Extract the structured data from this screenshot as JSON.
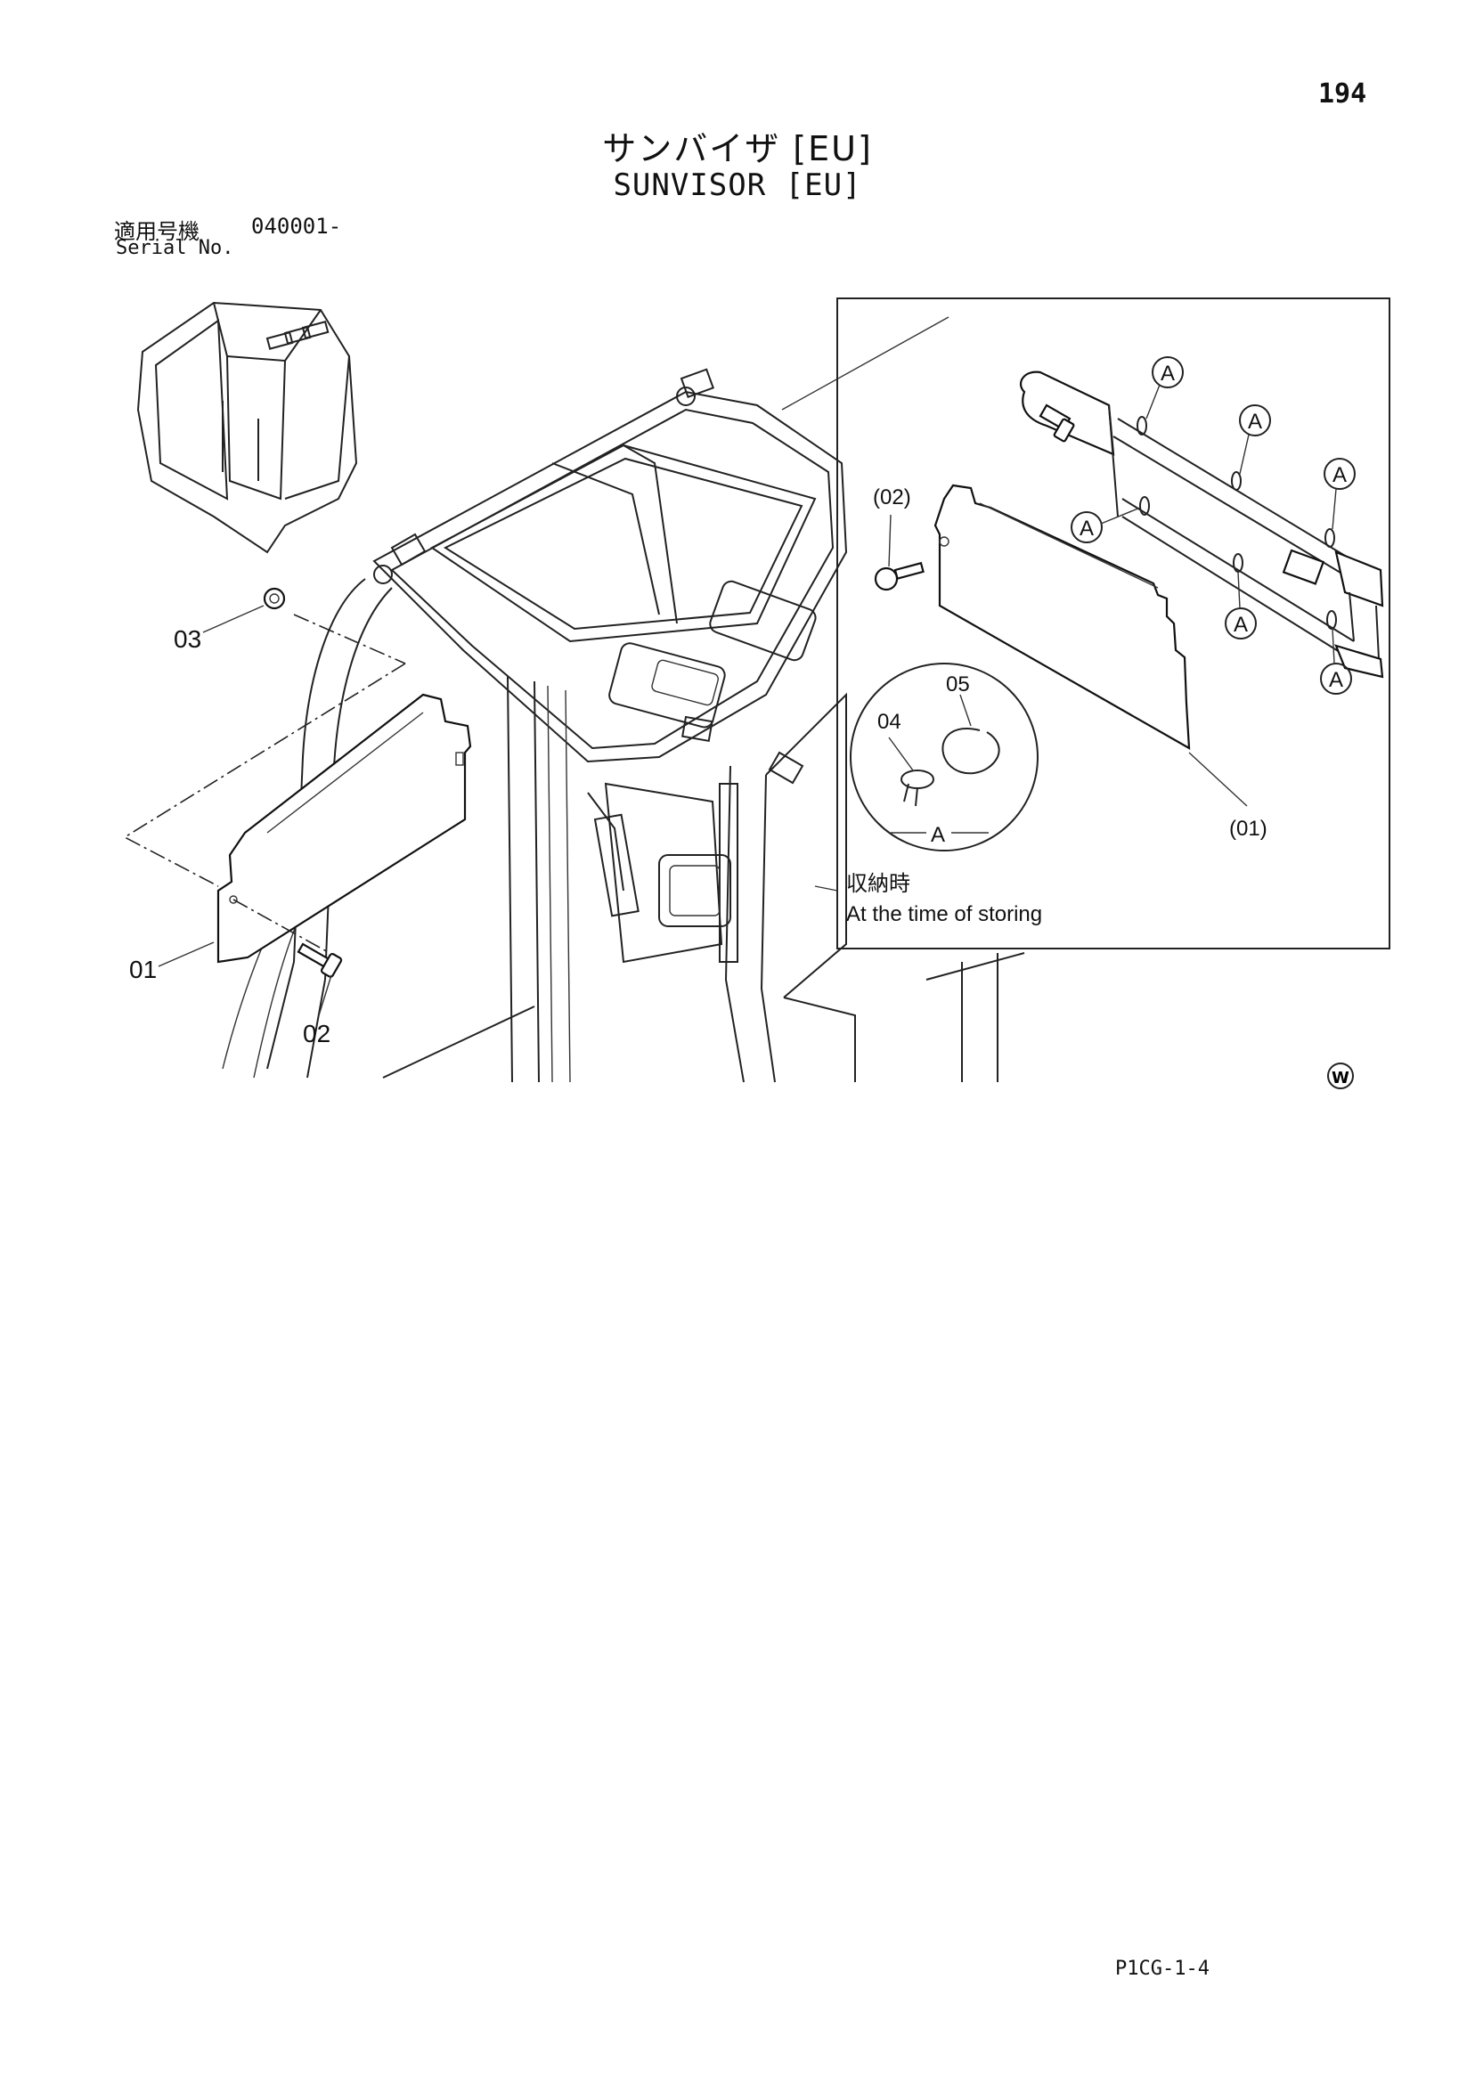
{
  "page": {
    "number": "194",
    "title_jp": "サンバイザ [EU]",
    "title_en": "SUNVISOR [EU]",
    "serial_label_jp": "適用号機",
    "serial_value": "040001-",
    "serial_label_en": "Serial No.",
    "footer_code": "P1CG-1-4"
  },
  "callouts": {
    "main_01": "01",
    "main_02": "02",
    "main_03": "03",
    "inset_01": "(01)",
    "inset_02": "(02)",
    "detail_04": "04",
    "detail_05": "05",
    "detail_ref": "A",
    "marker_a": "A",
    "corner_mark": "W"
  },
  "inset": {
    "caption_jp": "収納時",
    "caption_en": "At the time of storing"
  }
}
